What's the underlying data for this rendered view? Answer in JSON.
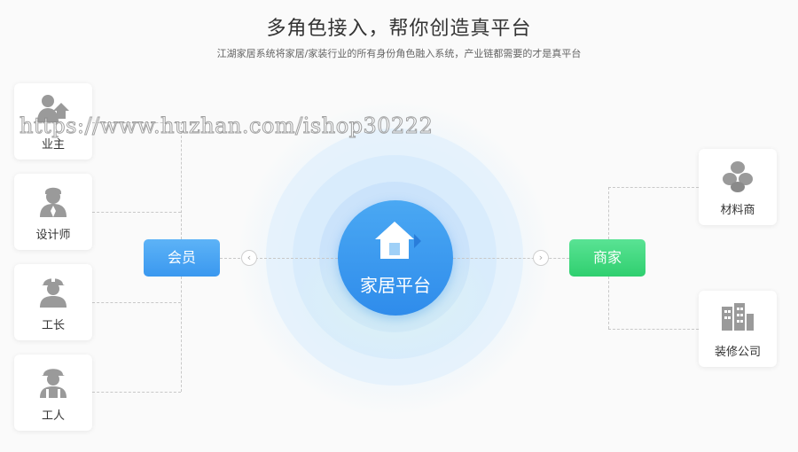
{
  "header": {
    "title": "多角色接入，帮你创造真平台",
    "subtitle": "江湖家居系统将家居/家装行业的所有身份角色融入系统，产业链都需要的才是真平台"
  },
  "center": {
    "label": "家居平台",
    "icon": "house-icon"
  },
  "hubs": {
    "member": "会员",
    "merchant": "商家"
  },
  "left_roles": [
    {
      "label": "业主",
      "icon": "owner-icon"
    },
    {
      "label": "设计师",
      "icon": "designer-icon"
    },
    {
      "label": "工长",
      "icon": "foreman-icon"
    },
    {
      "label": "工人",
      "icon": "worker-icon"
    }
  ],
  "right_roles": [
    {
      "label": "材料商",
      "icon": "materials-icon"
    },
    {
      "label": "装修公司",
      "icon": "building-icon"
    }
  ],
  "watermark": "https://www.huzhan.com/ishop30222",
  "colors": {
    "primary_blue": "#3a98ef",
    "merchant_green": "#2fcf6f",
    "icon_gray": "#9a9a9a"
  }
}
